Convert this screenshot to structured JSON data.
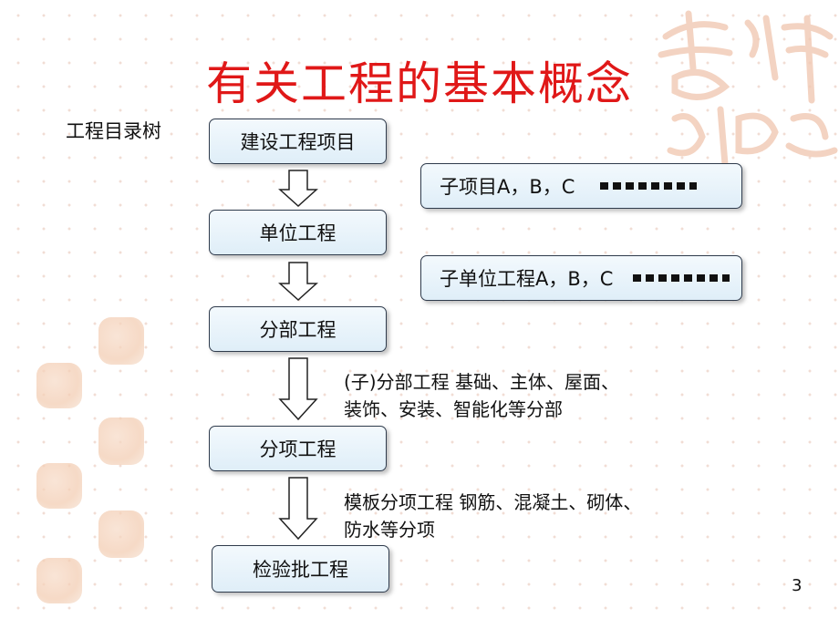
{
  "slide": {
    "title": "有关工程的基本概念",
    "side_label": "工程目录树",
    "page_number": "3"
  },
  "main_flow": [
    "建设工程项目",
    "单位工程",
    "分部工程",
    "分项工程",
    "检验批工程"
  ],
  "side_boxes": [
    "子项目A，B，C",
    "子单位工程A，B，C"
  ],
  "descriptions": [
    {
      "line1": "(子)分部工程  基础、主体、屋面、",
      "line2": "装饰、安装、智能化等分部"
    },
    {
      "line1": "模板分项工程  钢筋、混凝土、砌体、",
      "line2": "防水等分项"
    }
  ],
  "colors": {
    "title": "#e01818",
    "box_fill": "#e6f2fa",
    "box_border": "#2f3b4c",
    "decoration": "#f3cdb3"
  }
}
